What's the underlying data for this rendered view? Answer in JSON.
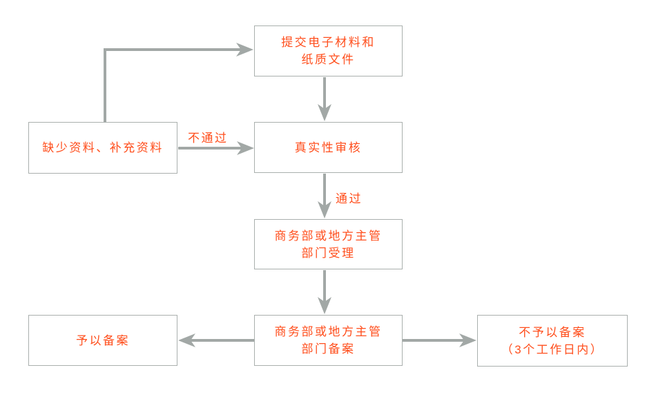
{
  "palette": {
    "text_color": "#ff4e1c",
    "box_border_color": "#a9afad",
    "arrow_color": "#a2a8a6",
    "background_color": "#ffffff"
  },
  "nodes": {
    "submit": {
      "line1": "提交电子材料和",
      "line2": "纸质文件"
    },
    "review": {
      "line1": "真实性审核"
    },
    "missing": {
      "line1": "缺少资料、补充资料"
    },
    "accept": {
      "line1": "商务部或地方主管",
      "line2": "部门受理"
    },
    "filing": {
      "line1": "商务部或地方主管",
      "line2": "部门备案"
    },
    "granted": {
      "line1": "予以备案"
    },
    "denied": {
      "line1": "不予以备案",
      "line2": "（3个工作日内）"
    }
  },
  "edge_labels": {
    "fail": "不通过",
    "pass": "通过"
  }
}
